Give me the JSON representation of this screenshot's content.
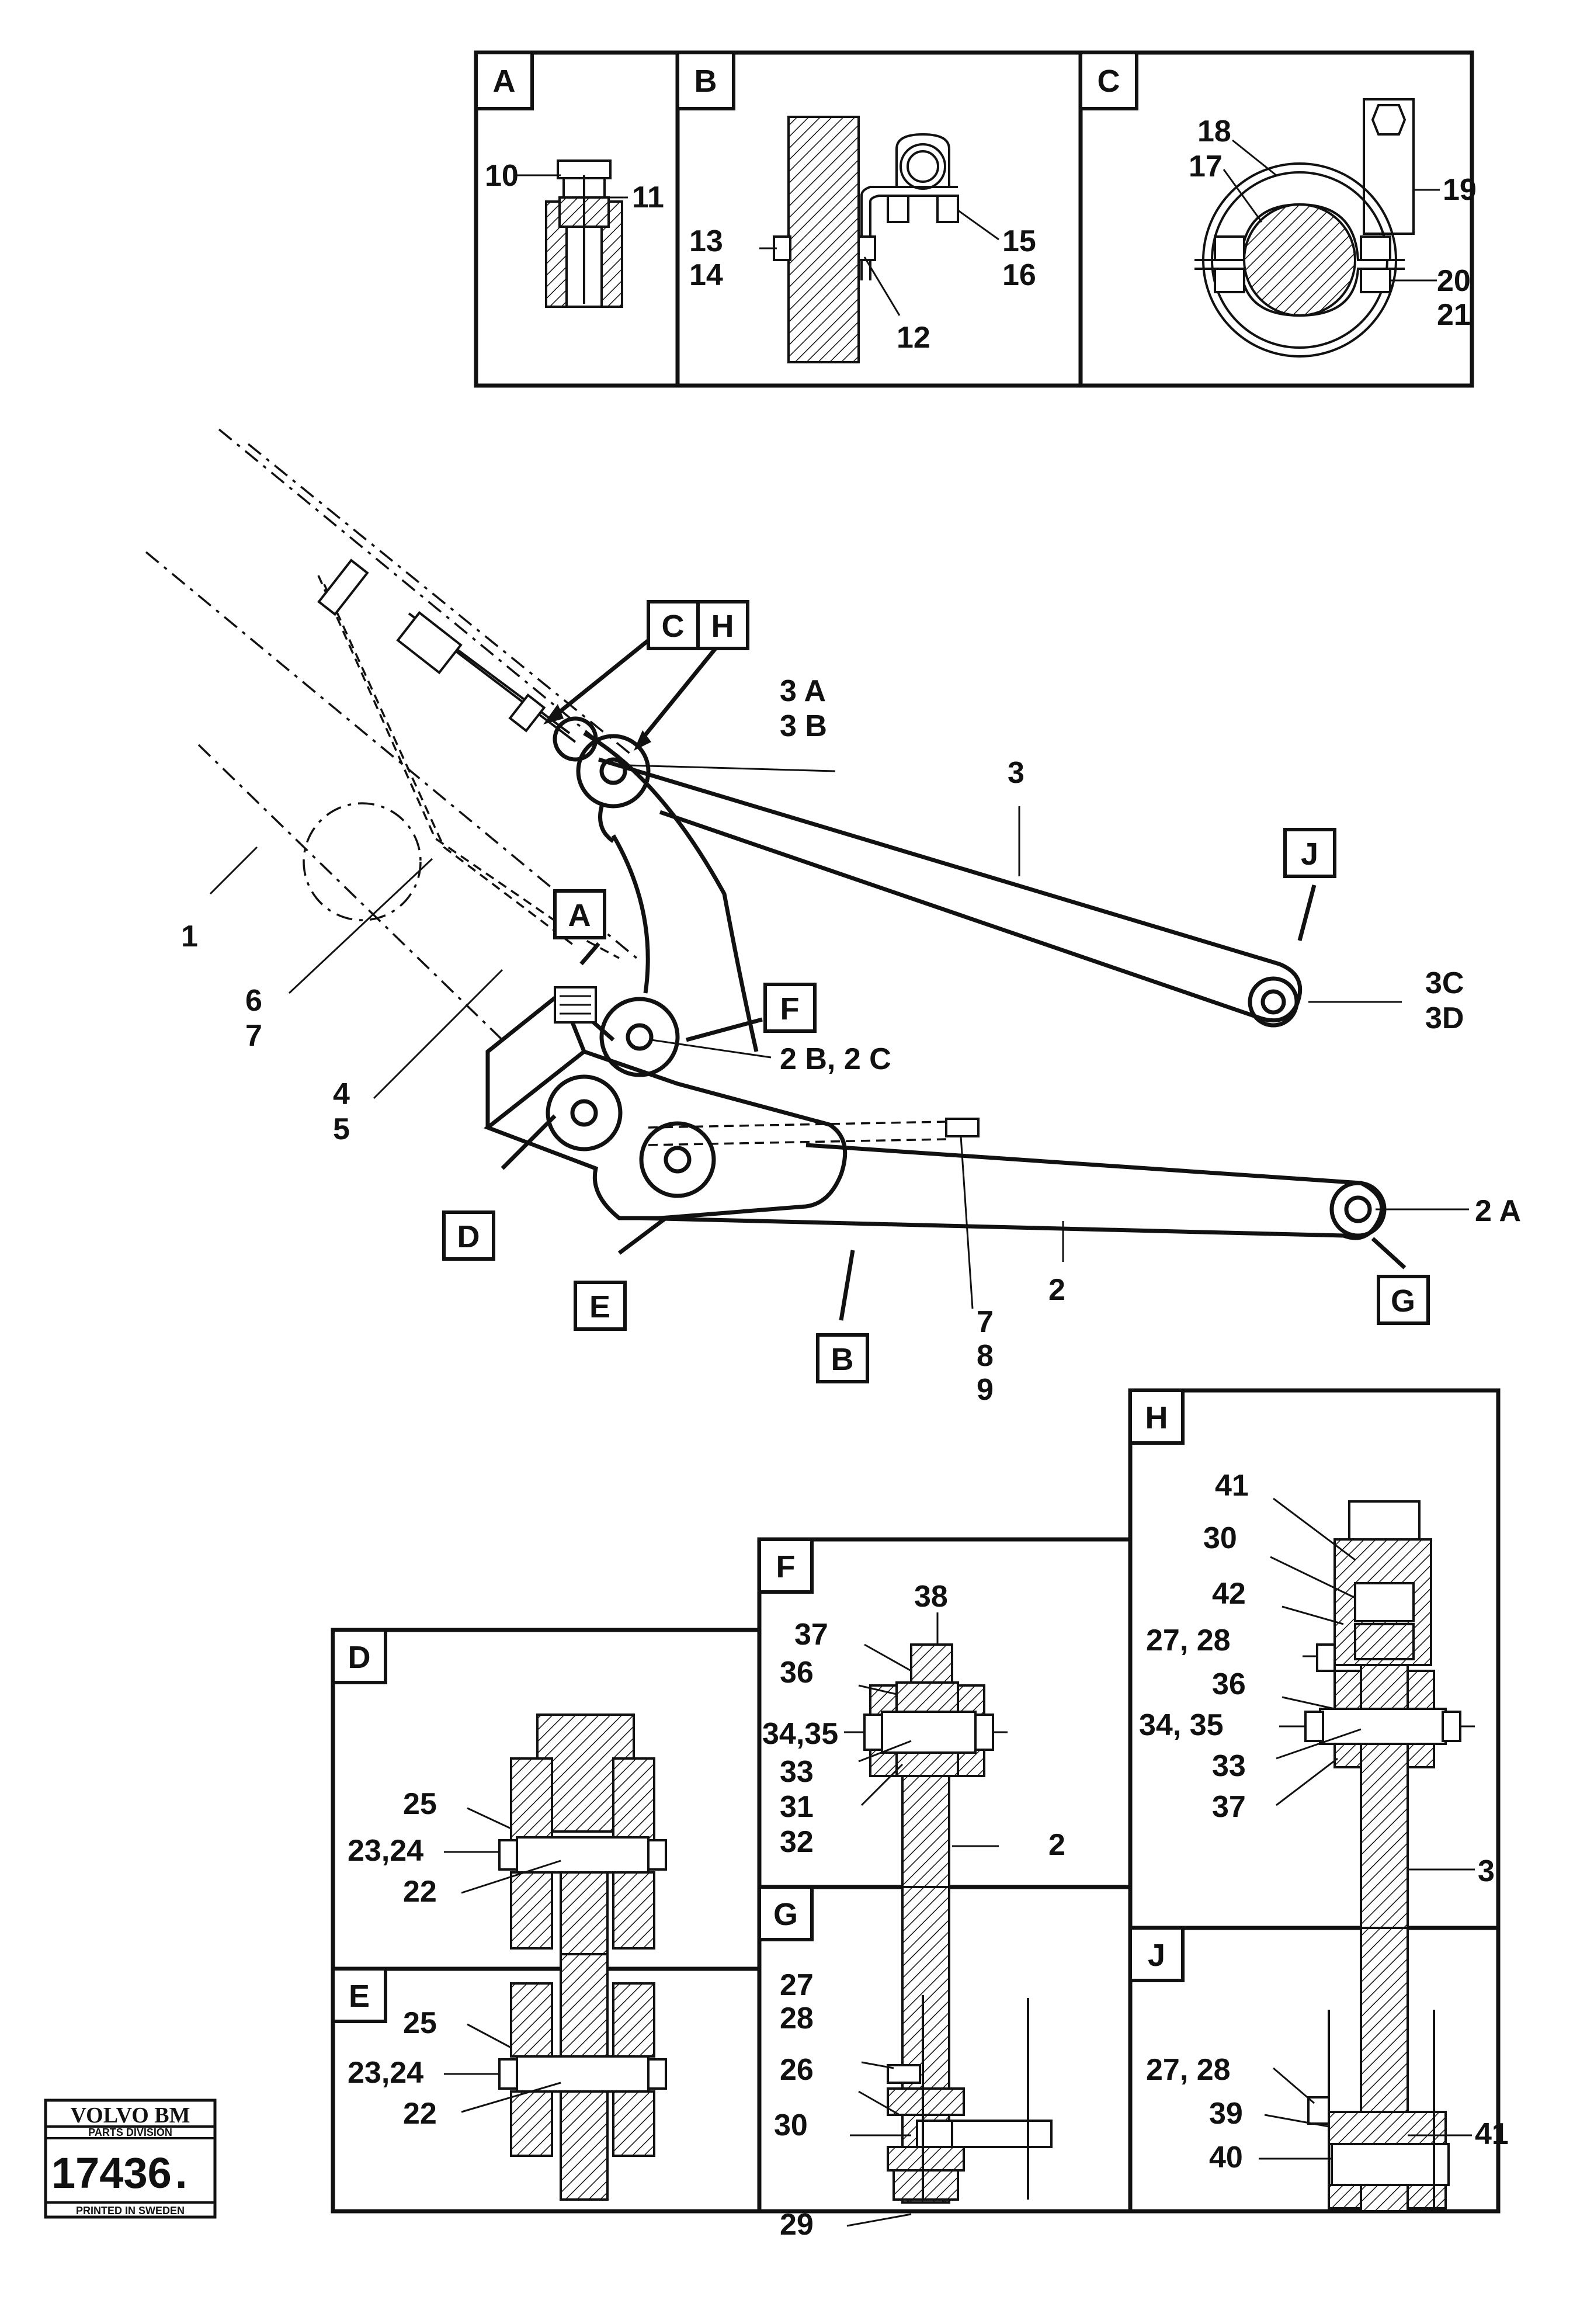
{
  "views": {
    "A": "A",
    "B": "B",
    "C": "C",
    "D": "D",
    "E": "E",
    "F": "F",
    "G": "G",
    "H": "H",
    "J": "J"
  },
  "detail_A": {
    "p10": "10",
    "p11": "11"
  },
  "detail_B": {
    "p13": "13",
    "p14": "14",
    "p15": "15",
    "p16": "16",
    "p12": "12"
  },
  "detail_C": {
    "p18": "18",
    "p17": "17",
    "p19": "19",
    "p20": "20",
    "p21": "21"
  },
  "main": {
    "p1": "1",
    "p6": "6",
    "p7": "7",
    "p4": "4",
    "p5": "5",
    "p3": "3",
    "p3A": "3 A",
    "p3B": "3 B",
    "p3C": "3C",
    "p3D": "3D",
    "p2": "2",
    "p2A": "2 A",
    "p2BC": "2 B, 2 C",
    "p7b": "7",
    "p8": "8",
    "p9": "9"
  },
  "detail_D": {
    "p25": "25",
    "p2324": "23,24",
    "p22": "22"
  },
  "detail_E": {
    "p25": "25",
    "p2324": "23,24",
    "p22": "22"
  },
  "detail_F": {
    "p38": "38",
    "p37": "37",
    "p36": "36",
    "p3435": "34,35",
    "p33": "33",
    "p31": "31",
    "p32": "32",
    "p2": "2"
  },
  "detail_G": {
    "p27": "27",
    "p28": "28",
    "p26": "26",
    "p30": "30",
    "p29": "29"
  },
  "detail_H": {
    "p41": "41",
    "p30": "30",
    "p42": "42",
    "p2728": "27, 28",
    "p36": "36",
    "p3435": "34, 35",
    "p33": "33",
    "p37": "37",
    "p3": "3"
  },
  "detail_J": {
    "p2728": "27, 28",
    "p39": "39",
    "p40": "40",
    "p41": "41"
  },
  "logo": {
    "brand": "VOLVO BM",
    "division": "PARTS DIVISION",
    "number": "17436",
    "suffix": ".",
    "footer": "PRINTED IN SWEDEN"
  }
}
